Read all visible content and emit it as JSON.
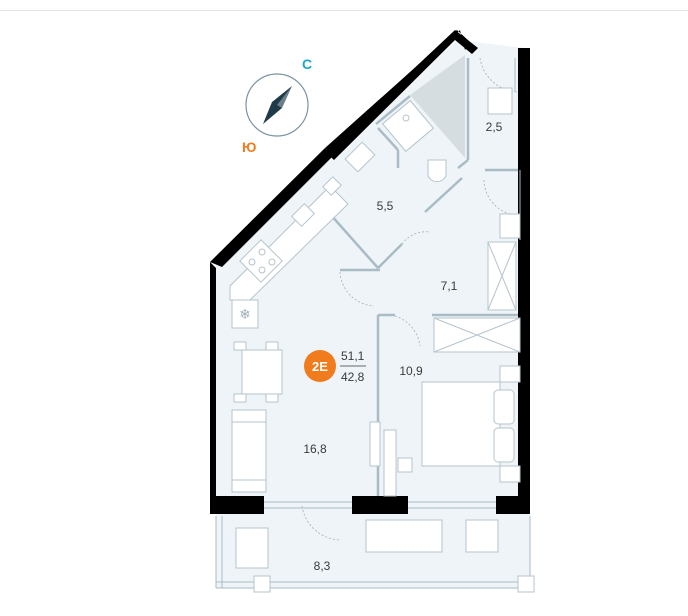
{
  "compass": {
    "north_label": "С",
    "south_label": "Ю",
    "north_color": "#1aa6c8",
    "south_color": "#f07c1e"
  },
  "apartment": {
    "badge": "2E",
    "badge_color": "#f07c1e",
    "total_area": "51,1",
    "living_area": "42,8"
  },
  "rooms": {
    "bathroom_small": "2,5",
    "bathroom": "5,5",
    "hallway": "7,1",
    "bedroom": "10,9",
    "living_kitchen": "16,8",
    "balcony": "8,3"
  },
  "colors": {
    "floor": "#eef4f7",
    "wall": "#000000",
    "furniture_stroke": "#b5c4cc",
    "shaft": "#d6dde1"
  }
}
